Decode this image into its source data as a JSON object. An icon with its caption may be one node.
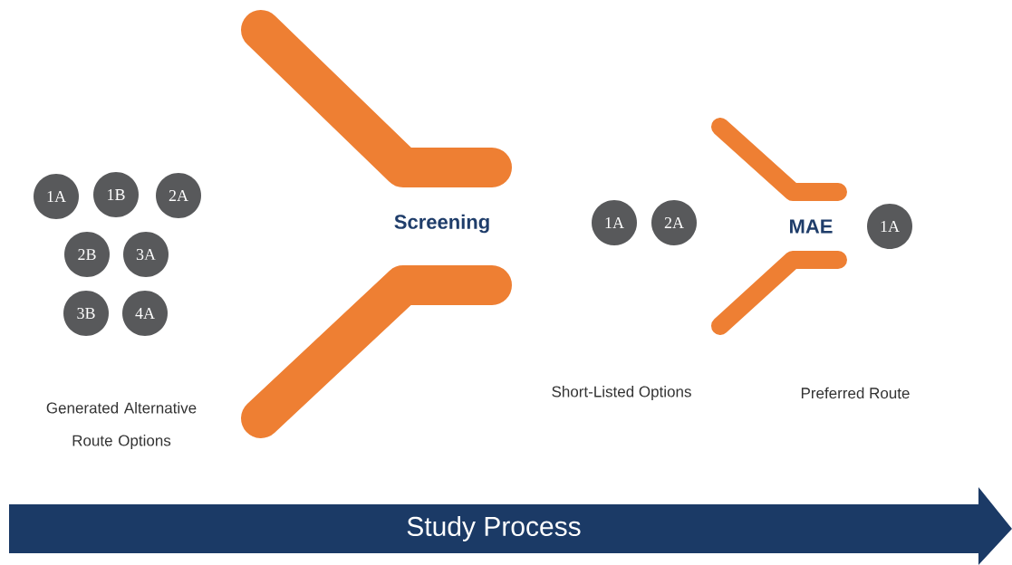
{
  "diagram": {
    "nodes": [
      {
        "text": [
          "1A"
        ]
      },
      {
        "text": [
          "1B"
        ]
      },
      {
        "text": [
          "2A"
        ]
      },
      {
        "text": [
          "2B"
        ]
      },
      {
        "text": [
          "3A"
        ]
      },
      {
        "text": [
          "3B"
        ]
      },
      {
        "text": [
          "4A"
        ]
      },
      {
        "text": [
          "1A"
        ]
      },
      {
        "text": [
          "2A"
        ]
      },
      {
        "text": [
          "1A"
        ]
      },
      {
        "text": [
          "Study Process"
        ]
      }
    ],
    "labels": [
      "Screening",
      "MAE",
      "Generated Alternative Route Options",
      "Short-Listed Options",
      "Preferred Route"
    ]
  }
}
